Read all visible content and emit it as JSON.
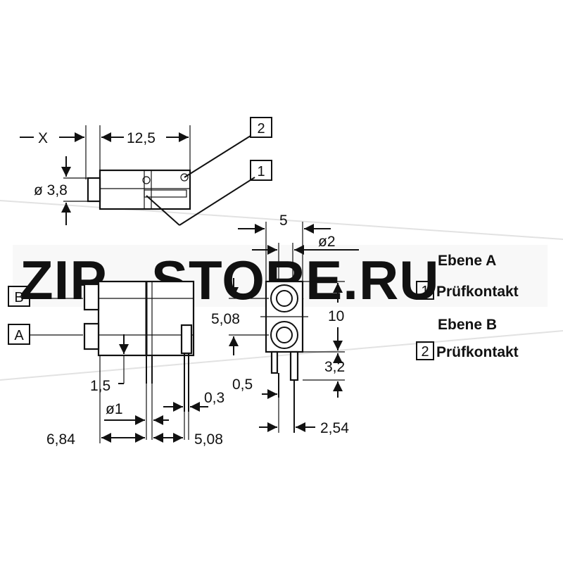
{
  "dimensions": {
    "x": "X",
    "length_12_5": "12,5",
    "dia_3_8": "ø 3,8",
    "width_5": "5",
    "dia_2": "ø2",
    "pitch_5_08_vertical": "5,08",
    "height_10": "10",
    "depth_3_2": "3,2",
    "offset_1_5": "1,5",
    "pin_dia_1": "ø1",
    "thickness_0_3": "0,3",
    "thickness_0_5": "0,5",
    "length_6_84": "6,84",
    "pitch_5_08_horizontal": "5,08",
    "pitch_2_54": "2,54"
  },
  "callouts": {
    "contact_1": "1",
    "contact_2": "2",
    "level_a": "A",
    "level_b": "B"
  },
  "legend": {
    "level_a_title": "Ebene A",
    "level_a_item_number": "1",
    "level_a_item_label": "Prüfkontakt",
    "level_b_title": "Ebene B",
    "level_b_item_number": "2",
    "level_b_item_label": "Prüfkontakt"
  },
  "watermark": {
    "part_1": "ZIP",
    "part_2": "STORE.RU"
  },
  "colors": {
    "watermark_accent": "#f5a65b",
    "watermark_grey": "#d8d8d8",
    "line": "#111111"
  }
}
